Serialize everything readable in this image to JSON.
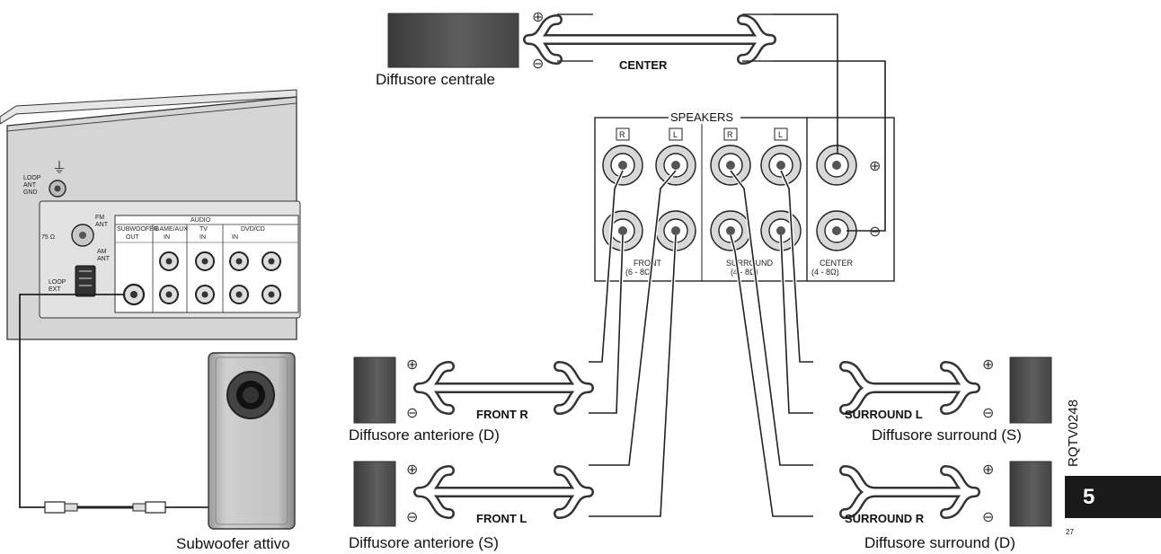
{
  "speakers": {
    "center": {
      "caption": "Diffusore centrale",
      "cable_label": "CENTER"
    },
    "front_r": {
      "caption": "Diffusore anteriore (D)",
      "cable_label": "FRONT R"
    },
    "front_l": {
      "caption": "Diffusore anteriore (S)",
      "cable_label": "FRONT L"
    },
    "surround_l": {
      "caption": "Diffusore surround (S)",
      "cable_label": "SURROUND L"
    },
    "surround_r": {
      "caption": "Diffusore surround (D)",
      "cable_label": "SURROUND R"
    },
    "subwoofer": {
      "caption": "Subwoofer attivo"
    }
  },
  "polarity": {
    "plus": "⊕",
    "minus": "⊖"
  },
  "terminal_panel": {
    "title": "SPEAKERS",
    "front": {
      "name": "FRONT",
      "impedance": "(6 - 8Ω)"
    },
    "surround": {
      "name": "SURROUND",
      "impedance": "(4 - 8Ω)"
    },
    "center": {
      "name": "CENTER",
      "impedance": "(4 - 8Ω)"
    },
    "channel_r": "R",
    "channel_l": "L",
    "plus": "⊕",
    "minus": "⊖"
  },
  "unit_back": {
    "ground": "⏚",
    "loop_ant_gnd": [
      "LOOP",
      "ANT",
      "GND"
    ],
    "fm_ant": [
      "FM",
      "ANT"
    ],
    "ohm": "75 Ω",
    "am_ant": [
      "AM",
      "ANT"
    ],
    "loop_ext": [
      "LOOP",
      "EXT"
    ],
    "audio_in": "AUDIO",
    "subwoofer_out": [
      "SUBWOOFER",
      "OUT"
    ],
    "game_aux": [
      "GAME/AUX",
      "IN"
    ],
    "tv": [
      "TV",
      "IN"
    ],
    "dvd": [
      "DVD/CD",
      "IN"
    ]
  },
  "doc_code": "RQTV0248",
  "page_number": "5",
  "page_sub": "27"
}
